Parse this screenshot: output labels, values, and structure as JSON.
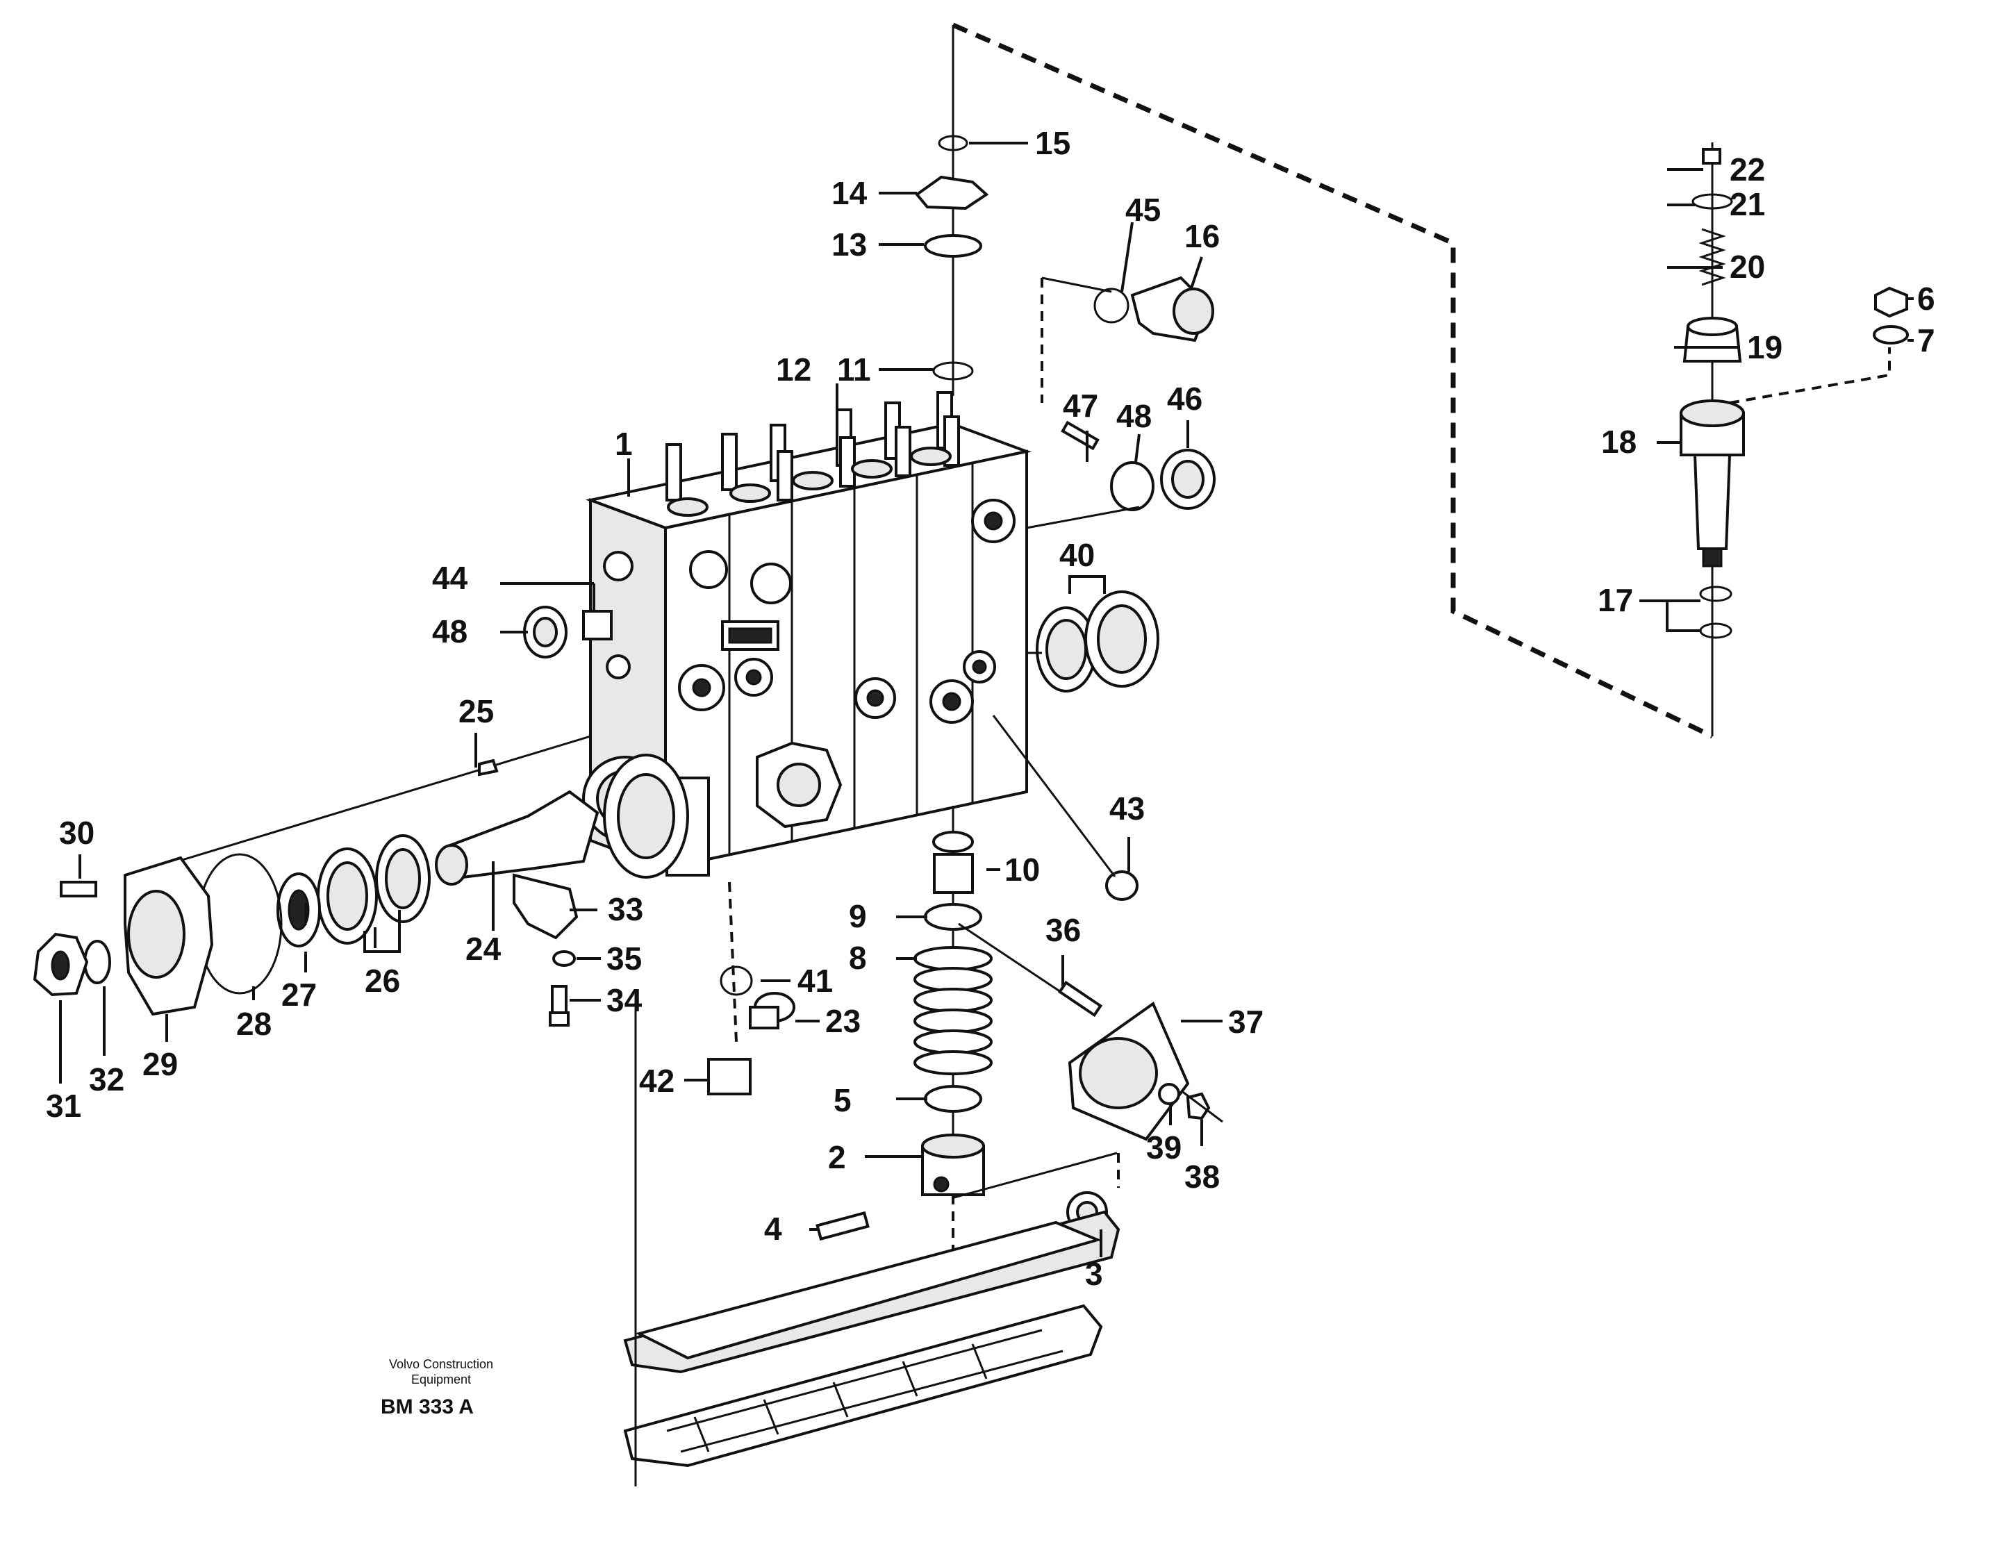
{
  "callouts": {
    "c1": "1",
    "c2": "2",
    "c3": "3",
    "c4": "4",
    "c5": "5",
    "c6": "6",
    "c7": "7",
    "c8": "8",
    "c9": "9",
    "c10": "10",
    "c11": "11",
    "c12": "12",
    "c13": "13",
    "c14": "14",
    "c15": "15",
    "c16": "16",
    "c17": "17",
    "c18": "18",
    "c19": "19",
    "c20": "20",
    "c21": "21",
    "c22": "22",
    "c23": "23",
    "c24": "24",
    "c25": "25",
    "c26": "26",
    "c27": "27",
    "c28": "28",
    "c29": "29",
    "c30": "30",
    "c31": "31",
    "c32": "32",
    "c33": "33",
    "c34": "34",
    "c35": "35",
    "c36": "36",
    "c37": "37",
    "c38": "38",
    "c39": "39",
    "c40": "40",
    "c41": "41",
    "c42": "42",
    "c43": "43",
    "c44": "44",
    "c45": "45",
    "c46": "46",
    "c47": "47",
    "c48a": "48",
    "c48b": "48"
  },
  "caption": {
    "line1": "Volvo Construction",
    "line2": "Equipment",
    "code": "BM 333 A"
  }
}
